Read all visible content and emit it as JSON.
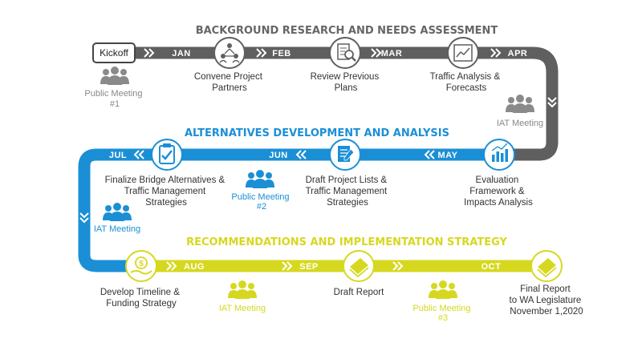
{
  "colors": {
    "gray": "#5f5f5f",
    "blue": "#1b8fd6",
    "yellow": "#d6d820",
    "text": "#333333",
    "meeting_gray": "#888888"
  },
  "phases": {
    "background": "BACKGROUND RESEARCH AND NEEDS ASSESSMENT",
    "alternatives": "ALTERNATIVES DEVELOPMENT AND ANALYSIS",
    "recommendations": "RECOMMENDATIONS AND IMPLEMENTATION STRATEGY"
  },
  "kickoff": "Kickoff",
  "months": {
    "jan": "JAN",
    "feb": "FEB",
    "mar": "MAR",
    "apr": "APR",
    "may": "MAY",
    "jun": "JUN",
    "jul": "JUL",
    "aug": "AUG",
    "sep": "SEP",
    "oct": "OCT"
  },
  "milestones": {
    "convene": [
      "Convene Project",
      "Partners"
    ],
    "review": [
      "Review Previous",
      "Plans"
    ],
    "traffic": [
      "Traffic Analysis &",
      "Forecasts"
    ],
    "evaluation": [
      "Evaluation",
      "Framework &",
      "Impacts Analysis"
    ],
    "draft_lists": [
      "Draft Project Lists &",
      "Traffic Management",
      "Strategies"
    ],
    "finalize": [
      "Finalize Bridge Alternatives &",
      "Traffic Management",
      "Strategies"
    ],
    "timeline": [
      "Develop Timeline &",
      "Funding Strategy"
    ],
    "draft_report": [
      "Draft Report"
    ],
    "final_report": [
      "Final Report",
      "to WA Legislature",
      "November 1,2020"
    ]
  },
  "meetings": {
    "public1": [
      "Public Meeting",
      "#1"
    ],
    "iat1": [
      "IAT Meeting"
    ],
    "public2": [
      "Public Meeting",
      "#2"
    ],
    "iat2": [
      "IAT Meeting"
    ],
    "iat3": [
      "IAT Meeting"
    ],
    "public3": [
      "Public Meeting",
      "#3"
    ]
  }
}
